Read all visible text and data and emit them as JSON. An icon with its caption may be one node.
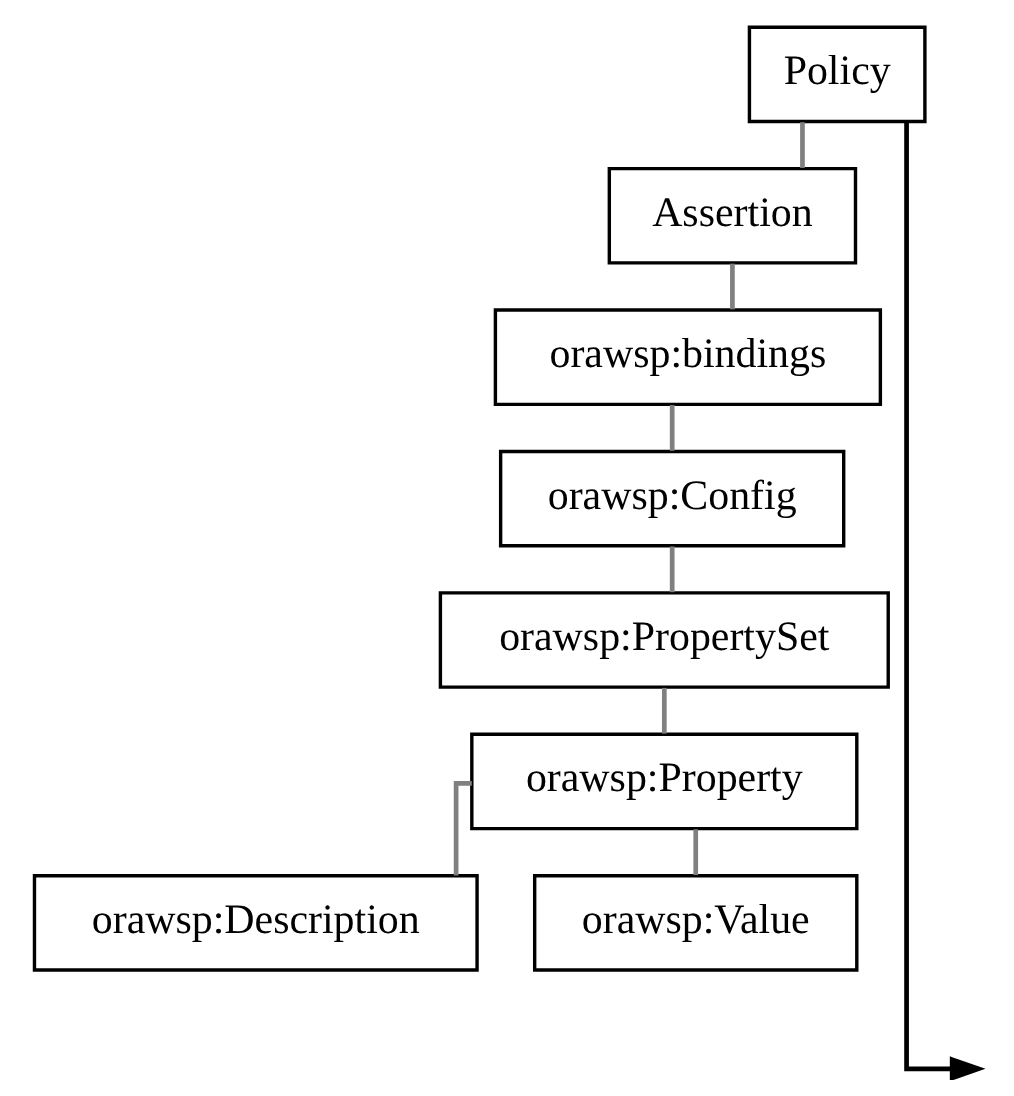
{
  "diagram": {
    "nodes": [
      {
        "text": [
          "Policy"
        ]
      },
      {
        "text": [
          "Assertion"
        ]
      },
      {
        "text": [
          "orawsp:bindings"
        ]
      },
      {
        "text": [
          "orawsp:Config"
        ]
      },
      {
        "text": [
          "orawsp:PropertySet"
        ]
      },
      {
        "text": [
          "orawsp:Property"
        ]
      },
      {
        "text": [
          "orawsp:Description"
        ]
      },
      {
        "text": [
          "orawsp:Value"
        ]
      }
    ],
    "edges": [
      {
        "from": 0,
        "to": null,
        "arrow": "to",
        "color": "#000000"
      },
      {
        "from": 0,
        "to": 1,
        "arrow": "none"
      },
      {
        "from": 1,
        "to": 2,
        "arrow": "none"
      },
      {
        "from": 2,
        "to": 3,
        "arrow": "none"
      },
      {
        "from": 3,
        "to": 4,
        "arrow": "none"
      },
      {
        "from": 4,
        "to": 5,
        "arrow": "none"
      },
      {
        "from": 5,
        "to": 6,
        "arrow": "none"
      },
      {
        "from": 5,
        "to": 7,
        "arrow": "none"
      }
    ]
  }
}
